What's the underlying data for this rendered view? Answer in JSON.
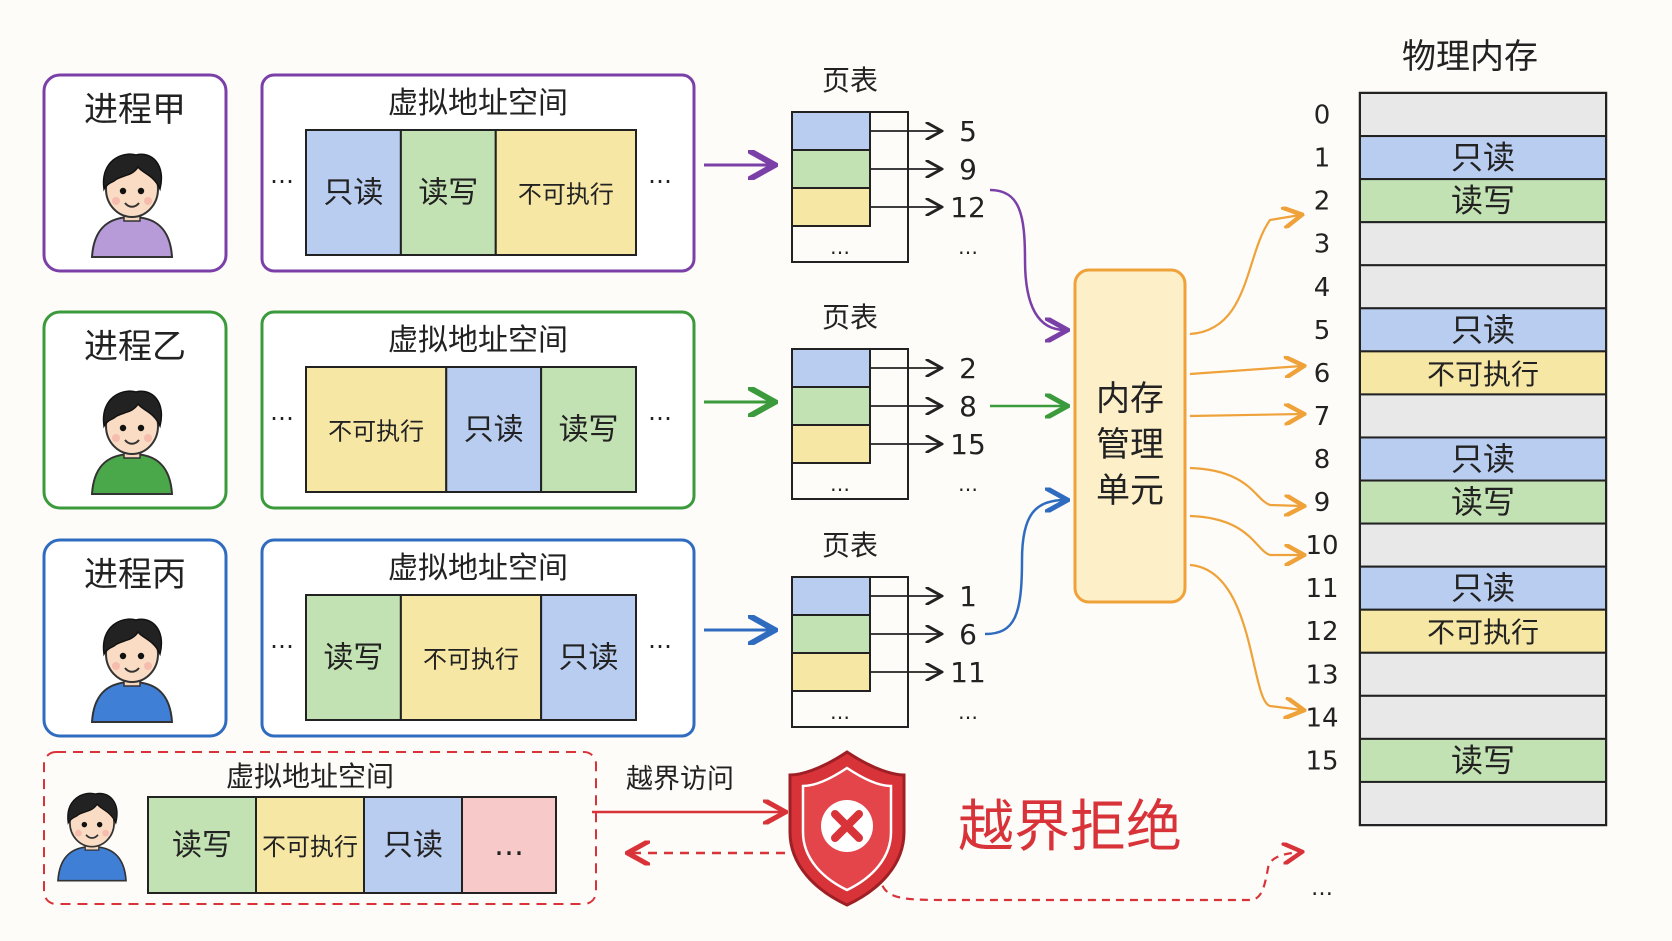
{
  "processes": [
    {
      "name": "进程甲",
      "accent": "#7b3fa8",
      "shirt": "#b79ad8",
      "vspace_title": "虚拟地址空间",
      "ellipsis_left": "…",
      "ellipsis_right": "…",
      "segments": [
        {
          "label": "只读",
          "color": "#b9cdf0"
        },
        {
          "label": "读写",
          "color": "#c3e2b3"
        },
        {
          "label": "不可执行",
          "color": "#f6e7a4"
        }
      ],
      "page_table": {
        "title": "页表",
        "rows": [
          "#b9cdf0",
          "#c3e2b3",
          "#f6e7a4"
        ],
        "rows_more": "…",
        "frames": [
          "5",
          "9",
          "12"
        ],
        "frames_more": "…"
      }
    },
    {
      "name": "进程乙",
      "accent": "#3b9a3b",
      "shirt": "#4aa84a",
      "vspace_title": "虚拟地址空间",
      "ellipsis_left": "…",
      "ellipsis_right": "…",
      "segments": [
        {
          "label": "不可执行",
          "color": "#f6e7a4"
        },
        {
          "label": "只读",
          "color": "#b9cdf0"
        },
        {
          "label": "读写",
          "color": "#c3e2b3"
        }
      ],
      "page_table": {
        "title": "页表",
        "rows": [
          "#b9cdf0",
          "#c3e2b3",
          "#f6e7a4"
        ],
        "rows_more": "…",
        "frames": [
          "2",
          "8",
          "15"
        ],
        "frames_more": "…"
      }
    },
    {
      "name": "进程丙",
      "accent": "#2f6cc0",
      "shirt": "#3f7fd6",
      "vspace_title": "虚拟地址空间",
      "ellipsis_left": "…",
      "ellipsis_right": "…",
      "segments": [
        {
          "label": "读写",
          "color": "#c3e2b3"
        },
        {
          "label": "不可执行",
          "color": "#f6e7a4"
        },
        {
          "label": "只读",
          "color": "#b9cdf0"
        }
      ],
      "page_table": {
        "title": "页表",
        "rows": [
          "#b9cdf0",
          "#c3e2b3",
          "#f6e7a4"
        ],
        "rows_more": "…",
        "frames": [
          "1",
          "6",
          "11"
        ],
        "frames_more": "…"
      }
    }
  ],
  "mmu": {
    "line1": "内存",
    "line2": "管理",
    "line3": "单元",
    "color": "#f0a23a",
    "fill": "#fdf0c8"
  },
  "physical_memory": {
    "title": "物理内存",
    "frames": [
      {
        "index": "0",
        "label": "",
        "color": "#e8e8e8"
      },
      {
        "index": "1",
        "label": "只读",
        "color": "#b9cdf0"
      },
      {
        "index": "2",
        "label": "读写",
        "color": "#c3e2b3"
      },
      {
        "index": "3",
        "label": "",
        "color": "#e8e8e8"
      },
      {
        "index": "4",
        "label": "",
        "color": "#e8e8e8"
      },
      {
        "index": "5",
        "label": "只读",
        "color": "#b9cdf0"
      },
      {
        "index": "6",
        "label": "不可执行",
        "color": "#f6e7a4"
      },
      {
        "index": "7",
        "label": "",
        "color": "#e8e8e8"
      },
      {
        "index": "8",
        "label": "只读",
        "color": "#b9cdf0"
      },
      {
        "index": "9",
        "label": "读写",
        "color": "#c3e2b3"
      },
      {
        "index": "10",
        "label": "",
        "color": "#e8e8e8"
      },
      {
        "index": "11",
        "label": "只读",
        "color": "#b9cdf0"
      },
      {
        "index": "12",
        "label": "不可执行",
        "color": "#f6e7a4"
      },
      {
        "index": "13",
        "label": "",
        "color": "#e8e8e8"
      },
      {
        "index": "14",
        "label": "",
        "color": "#e8e8e8"
      },
      {
        "index": "15",
        "label": "读写",
        "color": "#c3e2b3"
      },
      {
        "index": "",
        "label": "",
        "color": "#e8e8e8"
      }
    ],
    "more": "…"
  },
  "violation": {
    "vspace_title": "虚拟地址空间",
    "segments": [
      {
        "label": "读写",
        "color": "#c3e2b3"
      },
      {
        "label": "不可执行",
        "color": "#f6e7a4"
      },
      {
        "label": "只读",
        "color": "#b9cdf0"
      },
      {
        "label": "…",
        "color": "#f7c9c9"
      }
    ],
    "access_label": "越界访问",
    "reject_label": "越界拒绝",
    "color": "#d9333a",
    "shirt": "#3f7fd6"
  }
}
